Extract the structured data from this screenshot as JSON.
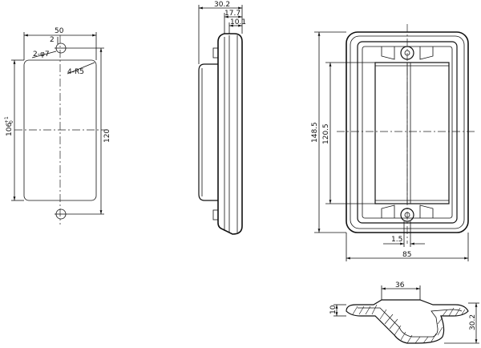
{
  "views": {
    "cutout": {
      "width": "50",
      "thickness_note": "2",
      "holes": "2-φ7",
      "corner_radius": "4-R5",
      "height": "120",
      "opening_height": "106",
      "opening_tol_upper": "+1",
      "opening_tol_lower": "0"
    },
    "side": {
      "overall_depth": "30.2",
      "mid_depth": "17.7",
      "flange_depth": "10.1"
    },
    "front": {
      "overall_height": "148.5",
      "inner_height": "120.5",
      "overall_width": "85",
      "wall": "1.5"
    },
    "section": {
      "top_width": "36",
      "flange_thickness": "10",
      "overall_depth": "30.2"
    }
  }
}
